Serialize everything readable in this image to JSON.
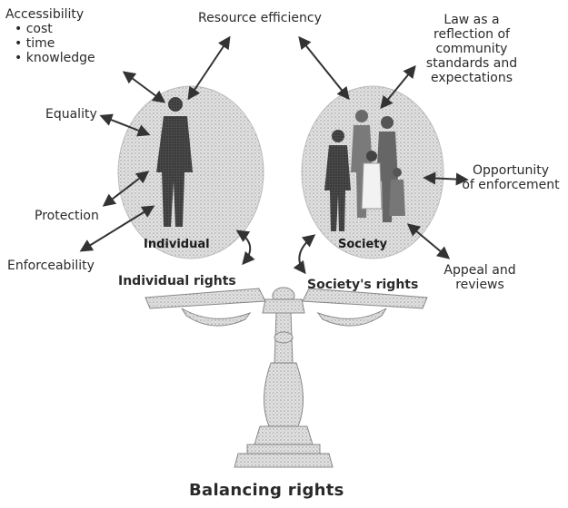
{
  "figure": {
    "caption": "Balancing rights",
    "left_oval_label": "Individual",
    "right_oval_label": "Society",
    "left_pan_label": "Individual rights",
    "right_pan_label": "Society's rights"
  },
  "left_labels": {
    "accessibility": {
      "title": "Accessibility",
      "items": [
        "cost",
        "time",
        "knowledge"
      ]
    },
    "equality": "Equality",
    "protection": "Protection",
    "enforceability": "Enforceability"
  },
  "top_label": "Resource efficiency",
  "right_labels": {
    "law": [
      "Law as a",
      "reflection of",
      "community",
      "standards and",
      "expectations"
    ],
    "opportunity": [
      "Opportunity",
      "of enforcement"
    ],
    "appeal": [
      "Appeal and",
      "reviews"
    ]
  },
  "colors": {
    "ink": "#2a2a2a",
    "oval_fill": "#cfcfcf",
    "scale_fill": "#bdbdbd",
    "figure_fill": "#3a3a3a"
  }
}
